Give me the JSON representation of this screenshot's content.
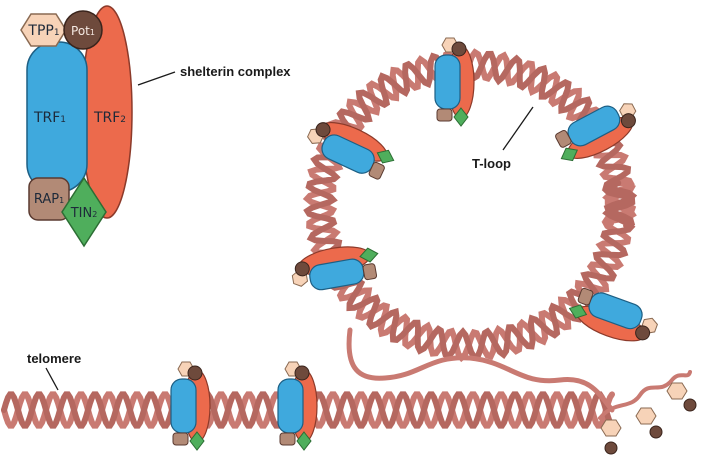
{
  "colors": {
    "strand": "#c97a72",
    "strand_dark": "#a85a54",
    "trf1": "#3fa9dd",
    "trf2": "#ec6a4c",
    "tpp1": "#f7d3b8",
    "pot1": "#6e4a3c",
    "rap1": "#b28a76",
    "tin2": "#4fae5c",
    "outline": "#5a3a30"
  },
  "complex": {
    "tpp1": {
      "base": "TPP",
      "sub": "1"
    },
    "pot1": {
      "base": "Pot",
      "sub": "1"
    },
    "trf1": {
      "base": "TRF",
      "sub": "1"
    },
    "trf2": {
      "base": "TRF",
      "sub": "2"
    },
    "rap1": {
      "base": "RAP",
      "sub": "1"
    },
    "tin2": {
      "base": "TIN",
      "sub": "2"
    }
  },
  "labels": {
    "shelterin": "shelterin complex",
    "tloop": "T-loop",
    "telomere": "telomere"
  }
}
